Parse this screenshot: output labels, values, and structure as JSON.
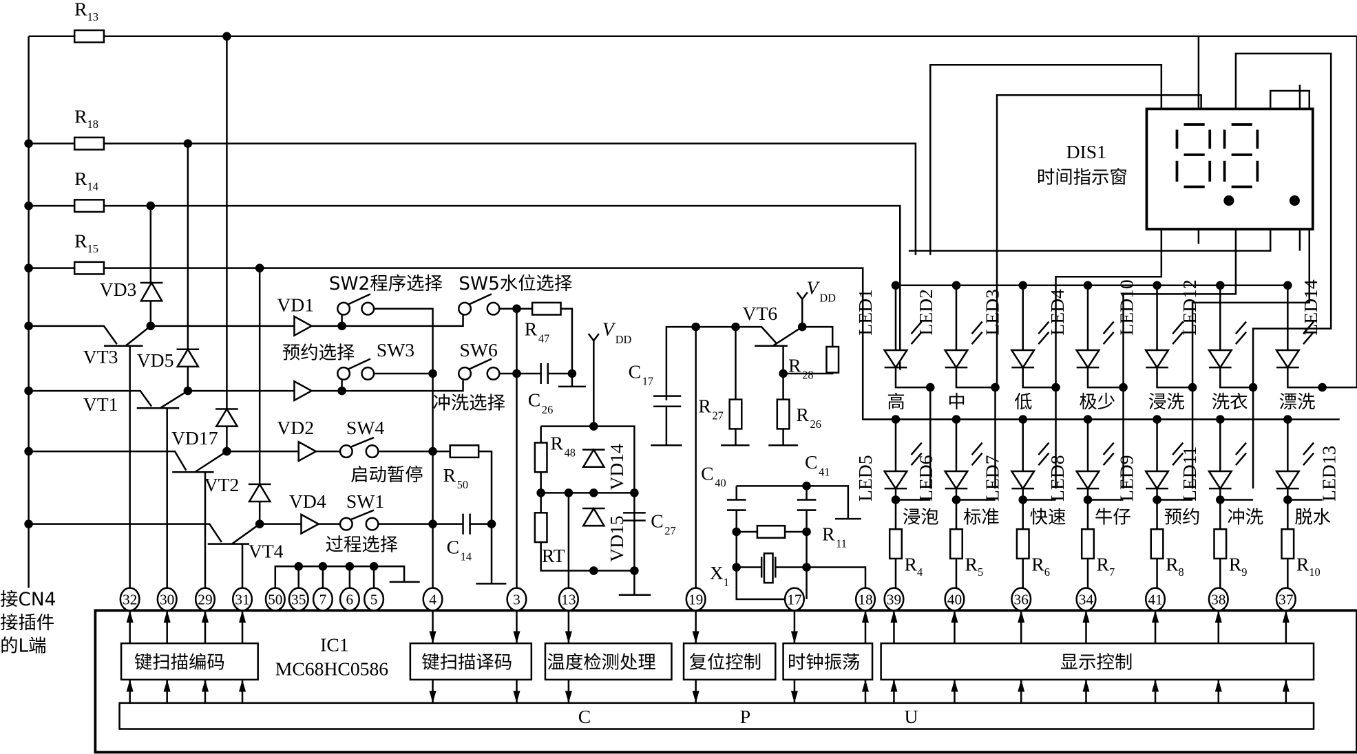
{
  "title": "MC68HC0586 washing machine control circuit",
  "left_note": [
    "接CN4",
    "接插件",
    "的L端"
  ],
  "resistors_left": [
    {
      "name": "R",
      "sub": "13"
    },
    {
      "name": "R",
      "sub": "18"
    },
    {
      "name": "R",
      "sub": "14"
    },
    {
      "name": "R",
      "sub": "15"
    }
  ],
  "transistors": [
    "VT3",
    "VT1",
    "VT2",
    "VT4",
    "VT6"
  ],
  "diodes": [
    "VD3",
    "VD5",
    "VD17",
    "VD1",
    "VD2",
    "VD4",
    "VD14",
    "VD15"
  ],
  "switches": {
    "sw2": "SW2程序选择",
    "sw5": "SW5水位选择",
    "sw3": "SW3",
    "sw3_label": "预约选择",
    "sw6": "SW6",
    "sw6_label": "冲洗选择",
    "sw4": "SW4",
    "sw4_label": "启动暂停",
    "sw1": "SW1",
    "sw1_label": "过程选择"
  },
  "components": {
    "r47": {
      "name": "R",
      "sub": "47"
    },
    "c26": {
      "name": "C",
      "sub": "26"
    },
    "r50": {
      "name": "R",
      "sub": "50"
    },
    "c14": {
      "name": "C",
      "sub": "14"
    },
    "r48": {
      "name": "R",
      "sub": "48"
    },
    "rt": "RT",
    "c27": {
      "name": "C",
      "sub": "27"
    },
    "c17": {
      "name": "C",
      "sub": "17"
    },
    "r27": {
      "name": "R",
      "sub": "27"
    },
    "r28": {
      "name": "R",
      "sub": "28"
    },
    "r26": {
      "name": "R",
      "sub": "26"
    },
    "c40": {
      "name": "C",
      "sub": "40"
    },
    "c41": {
      "name": "C",
      "sub": "41"
    },
    "r11": {
      "name": "R",
      "sub": "11"
    },
    "x1": {
      "name": "X",
      "sub": "1"
    },
    "vdd": {
      "name": "V",
      "sub": "DD"
    }
  },
  "display": {
    "name": "DIS1",
    "label": "时间指示窗",
    "digits": "8.8."
  },
  "leds_top": [
    {
      "name": "LED1",
      "label": "高"
    },
    {
      "name": "LED2",
      "label": "中"
    },
    {
      "name": "LED3",
      "label": "低"
    },
    {
      "name": "LED4",
      "label": "极少"
    },
    {
      "name": "LED10",
      "label": "浸洗"
    },
    {
      "name": "LED12",
      "label": "洗衣"
    },
    {
      "name": "LED14",
      "label": "漂洗"
    }
  ],
  "leds_bottom": [
    {
      "name": "LED5",
      "label": "浸泡",
      "res": "4",
      "pin": "39"
    },
    {
      "name": "LED6",
      "label": "标准",
      "res": "5",
      "pin": "40"
    },
    {
      "name": "LED7",
      "label": "快速",
      "res": "6",
      "pin": "36"
    },
    {
      "name": "LED8",
      "label": "牛仔",
      "res": "7",
      "pin": "34"
    },
    {
      "name": "LED9",
      "label": "预约",
      "res": "8",
      "pin": "41"
    },
    {
      "name": "LED11",
      "label": "冲洗",
      "res": "9",
      "pin": "38"
    },
    {
      "name": "LED13",
      "label": "脱水",
      "res": "10",
      "pin": "37"
    }
  ],
  "ic": {
    "name": "IC1",
    "part": "MC68HC0586",
    "pins_left": [
      "32",
      "30",
      "29",
      "31"
    ],
    "pins_ground": [
      "50",
      "35",
      "7",
      "6",
      "5"
    ],
    "pins_mid": [
      "4",
      "3",
      "13",
      "19",
      "17",
      "18"
    ],
    "blocks": [
      "键扫描编码",
      "键扫描译码",
      "温度检测处理",
      "复位控制",
      "时钟振荡",
      "显示控制"
    ],
    "cpu_letters": [
      "C",
      "P",
      "U"
    ]
  }
}
